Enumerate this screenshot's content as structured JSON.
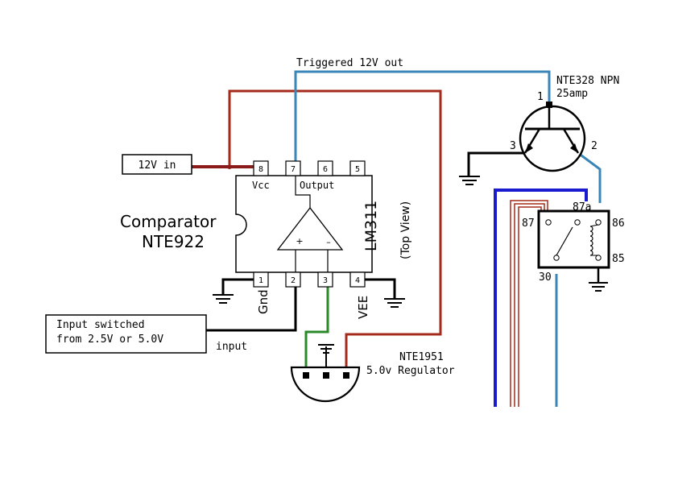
{
  "labels": {
    "triggered_out": "Triggered 12V out",
    "transistor_name": "NTE328 NPN",
    "transistor_rating": "25amp",
    "supply_in": "12V in",
    "comparator": "Comparator",
    "comparator_part": "NTE922",
    "chip_name": "LM311",
    "top_view": "(Top View)",
    "vcc": "Vcc",
    "output": "Output",
    "gnd": "Gnd",
    "vee": "VEE",
    "plus": "+",
    "minus": "–",
    "input_box_line1": "Input switched",
    "input_box_line2": "from 2.5V or 5.0V",
    "input": "input",
    "regulator_name": "NTE1951",
    "regulator_desc": "5.0v Regulator"
  },
  "pins": {
    "p1": "1",
    "p2": "2",
    "p3": "3",
    "p4": "4",
    "p5": "5",
    "p6": "6",
    "p7": "7",
    "p8": "8"
  },
  "transistor_pins": {
    "t1": "1",
    "t2": "2",
    "t3": "3"
  },
  "relay_pins": {
    "r87": "87",
    "r87a": "87a",
    "r86": "86",
    "r85": "85",
    "r30": "30"
  },
  "colors": {
    "wire_red": "#a52a1a",
    "wire_blue": "#3a86b8",
    "wire_green": "#2a8a2a",
    "wire_black": "#000000",
    "bus_blue": "#1a1ad0"
  }
}
